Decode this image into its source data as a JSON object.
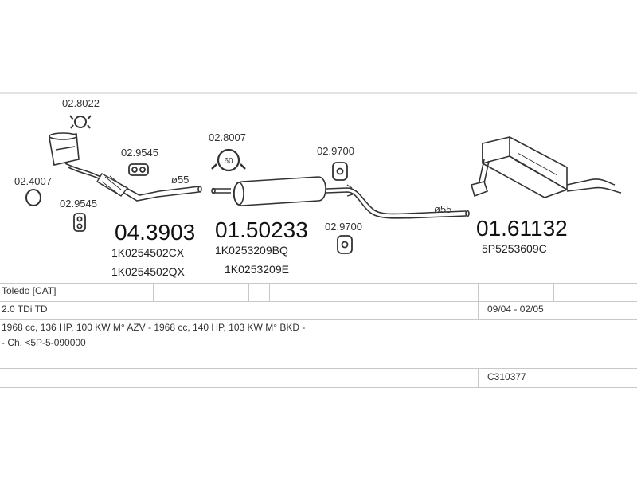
{
  "parts": {
    "clamp_top": "02.8022",
    "gasket_left": "02.4007",
    "mount_a": "02.9545",
    "mount_b": "02.9545",
    "clamp_mid": "02.8007",
    "clamp_mid_size": "60",
    "mount_c": "02.9700",
    "mount_d": "02.9700",
    "dia1": "ø55",
    "dia2": "ø55"
  },
  "assemblies": [
    {
      "number": "04.3903",
      "oem1": "1K0254502CX",
      "oem2": "1K0254502QX"
    },
    {
      "number": "01.50233",
      "oem1": "1K0253209BQ",
      "oem2": "1K0253209E"
    },
    {
      "number": "01.61132",
      "oem1": "5P5253609C",
      "oem2": ""
    }
  ],
  "info": {
    "model": "Toledo  [CAT]",
    "engine": "2.0 TDi TD",
    "period": "09/04 - 02/05",
    "specs": "1968 cc, 136 HP, 100 KW M° AZV - 1968 cc, 140 HP, 103 KW M° BKD -",
    "chassis": "- Ch. <5P-5-090000",
    "code": "C310377"
  },
  "colors": {
    "line": "#333333",
    "grid": "#c8c8c8"
  }
}
